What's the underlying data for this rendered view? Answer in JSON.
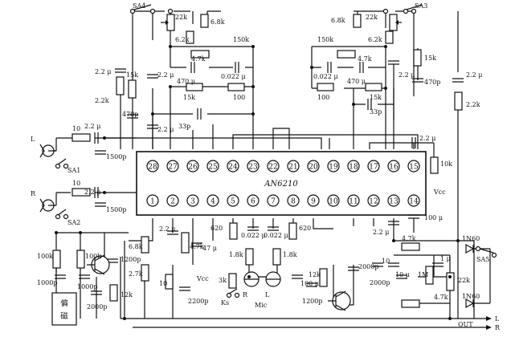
{
  "ic": {
    "name": "AN6210"
  },
  "pins_top": [
    "28",
    "27",
    "26",
    "25",
    "24",
    "23",
    "22",
    "21",
    "20",
    "19",
    "18",
    "17",
    "16",
    "15"
  ],
  "pins_bottom": [
    "1",
    "2",
    "3",
    "4",
    "5",
    "6",
    "7",
    "8",
    "9",
    "10",
    "11",
    "12",
    "13",
    "14"
  ],
  "switches": {
    "sa1": "SA1",
    "sa2": "SA2",
    "sa3": "SA3",
    "sa4": "SA4",
    "sa5": "SA5",
    "ks": "Ks"
  },
  "io": {
    "in_l": "L",
    "in_r": "R",
    "out": "OUT",
    "out_l": "L",
    "out_r": "R",
    "mic": "Mic",
    "mic_r": "R",
    "mic_l": "L",
    "vcc1": "Vcc",
    "vcc2": "Vcc"
  },
  "bias_block": [
    "偏",
    "磁"
  ],
  "diodes": [
    "1N60",
    "1N60"
  ],
  "values": {
    "r10_l": "10",
    "r10_r": "10",
    "c22_in_l": "2.2 μ",
    "c22_in_r": "2.2 μ",
    "c1500_l": "1500p",
    "c1500_r": "1500p",
    "c22_left_top": "2.2 μ",
    "r22k_left": "2.2k",
    "r15k_left": "15k",
    "c470p_left": "470p",
    "c22_mid_left": "2.2 μ",
    "c22_low_left": "2.2 μ",
    "pot22k_left": "22k",
    "r68k_left": "6.8k",
    "r62k_left": "6.2k",
    "r150k_left": "150k",
    "r47k_left": "4.7k",
    "c470u_left": "470 μ",
    "c0022_left": "0.022 μ",
    "r15k_left2": "15k",
    "r100_left": "100",
    "c33p_left": "33p",
    "r68k_right": "6.8k",
    "pot22k_right": "22k",
    "r62k_right": "6.2k",
    "r150k_right": "150k",
    "r47k_right": "4.7k",
    "c0022_right": "0.022 μ",
    "c470u_right": "470 μ",
    "r100_right": "100",
    "r15k_right": "15k",
    "c33p_right": "33p",
    "c22_right_top": "2.2 μ",
    "r15k_right2": "15k",
    "c470p_right": "470p",
    "c22_far_right": "2.2 μ",
    "r22k_right": "2.2k",
    "c22_pin17": "2.2 μ",
    "r10k_vcc": "10k",
    "c100u_pin14": "100 μ",
    "c22_pin13": "2.2 μ",
    "r68k_pin1": "6.8k",
    "c22_pin2": "2.2 μ",
    "r27k_pin1": "2.7k",
    "r47k_pin3": "4.7k",
    "c47u_pin4": "47 μ",
    "r10_pin2": "10",
    "c2200p_pin2": "2200p",
    "r620_pin5": "620",
    "c0022_pin6": "0.022 μ",
    "c0022_pin7": "0.022 μ",
    "r620_pin8": "620",
    "r18k_a": "1.8k",
    "r18k_b": "1.8k",
    "r3k": "3k",
    "c100u_mic": "100 μ",
    "r100k_a": "100k",
    "r100k_b": "100k",
    "c1000p_a": "1000p",
    "c1000p_b": "1000p",
    "c1200p_a": "1200p",
    "c2000p_a": "2000p",
    "r12k_a": "12k",
    "r12k_b": "12k",
    "c1200p_b": "1200p",
    "c2000p_b": "2000p",
    "r47k_out1": "4.7k",
    "r47k_out2": "4.7k",
    "c2000p_out": "2000p",
    "c10_out": "10",
    "c10u_out": "10 μ",
    "r1m": "1M",
    "r22k_out": "22k",
    "c1u_out": "1 μ"
  }
}
